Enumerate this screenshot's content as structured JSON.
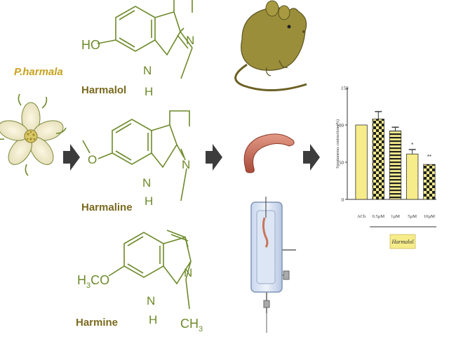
{
  "plant": {
    "name": "P.harmala",
    "name_color": "#c8a21e"
  },
  "compounds": [
    {
      "name": "Harmalol",
      "substituent": "HO",
      "ring_n": "N",
      "nh_n": "N",
      "nh_h": "H"
    },
    {
      "name": "Harmaline",
      "substituent": "O",
      "ring_n": "N",
      "nh_n": "N",
      "nh_h": "H"
    },
    {
      "name": "Harmine",
      "substituent_prefix": "H",
      "substituent_sub": "3",
      "substituent_suffix": "CO",
      "ring_n": "N",
      "nh_n": "N",
      "nh_h": "H",
      "methyl_prefix": "CH",
      "methyl_sub": "3"
    }
  ],
  "structure_color": "#6d8a2a",
  "label_color": "#7a6a1e",
  "arrow_color": "#3c3c3c",
  "icons": [
    "flower-icon",
    "rat-icon",
    "intestine-icon",
    "organ-bath-icon",
    "arrow-right-icon"
  ],
  "chart_data": {
    "type": "bar",
    "ylabel": "Spontaneous contraction (%)",
    "yticks": [
      "0",
      "50",
      "100"
    ],
    "ytop_label": "150",
    "ylim": [
      0,
      150
    ],
    "categories": [
      "ACh",
      "0.5µM",
      "1µM",
      "5µM",
      "10µM"
    ],
    "values": [
      100,
      108,
      92,
      61,
      47
    ],
    "errors": [
      0,
      10,
      5,
      6,
      0
    ],
    "significance": [
      "",
      "",
      "",
      "*",
      "**"
    ],
    "fills": [
      "solid",
      "checker",
      "hstripe",
      "solid",
      "checker"
    ],
    "bar_color": "#f6ec8a",
    "group_label": "Harmalol"
  }
}
